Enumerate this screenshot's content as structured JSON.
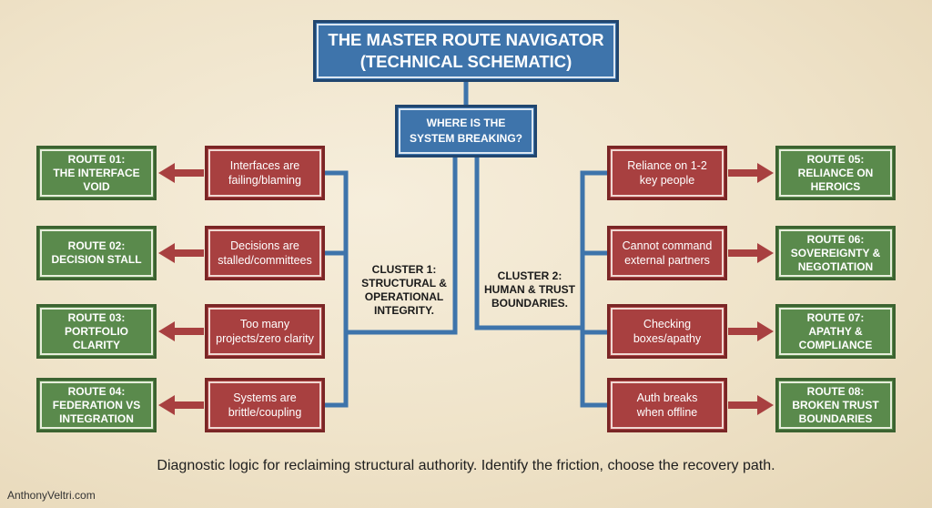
{
  "title": "THE MASTER ROUTE NAVIGATOR\n(TECHNICAL SCHEMATIC)",
  "question": "WHERE IS THE\nSYSTEM BREAKING?",
  "clusters": {
    "left": "CLUSTER 1:\nSTRUCTURAL &\nOPERATIONAL\nINTEGRITY.",
    "right": "CLUSTER 2:\nHUMAN & TRUST\nBOUNDARIES."
  },
  "left_rows": [
    {
      "route": "ROUTE 01:\nTHE INTERFACE\nVOID",
      "symptom": "Interfaces are\nfailing/blaming"
    },
    {
      "route": "ROUTE 02:\nDECISION STALL",
      "symptom": "Decisions are\nstalled/committees"
    },
    {
      "route": "ROUTE 03:\nPORTFOLIO\nCLARITY",
      "symptom": "Too many\nprojects/zero clarity"
    },
    {
      "route": "ROUTE 04:\nFEDERATION VS\nINTEGRATION",
      "symptom": "Systems are\nbrittle/coupling"
    }
  ],
  "right_rows": [
    {
      "route": "ROUTE 05:\nRELIANCE ON\nHEROICS",
      "symptom": "Reliance on 1-2\nkey people"
    },
    {
      "route": "ROUTE 06:\nSOVEREIGNTY &\nNEGOTIATION",
      "symptom": "Cannot command\nexternal partners"
    },
    {
      "route": "ROUTE 07:\nAPATHY &\nCOMPLIANCE",
      "symptom": "Checking\nboxes/apathy"
    },
    {
      "route": "ROUTE 08:\nBROKEN TRUST\nBOUNDARIES",
      "symptom": "Auth breaks\nwhen offline"
    }
  ],
  "caption": "Diagnostic logic for reclaiming structural authority. Identify the friction, choose the recovery path.",
  "credit": "AnthonyVeltri.com",
  "colors": {
    "blue": "#3e74ab",
    "green": "#5a8a4c",
    "red": "#a84040",
    "connector": "#3e74ab",
    "arrow": "#a84040"
  }
}
